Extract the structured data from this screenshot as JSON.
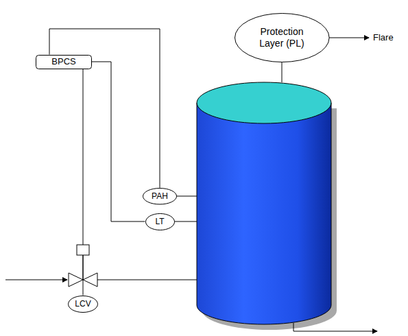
{
  "diagram": {
    "nodes": [
      {
        "text": [
          "Protection Layer (PL)"
        ]
      },
      {
        "text": [
          "BPCS"
        ]
      },
      {
        "text": [
          "PAH"
        ]
      },
      {
        "text": [
          "LT"
        ]
      },
      {
        "text": [
          "LCV"
        ]
      }
    ],
    "edges": [
      {
        "from": 1,
        "to": 2,
        "arrow": "none"
      },
      {
        "from": 1,
        "to": 3,
        "arrow": "none"
      },
      {
        "from": 1,
        "to": 4,
        "arrow": "none"
      }
    ],
    "labels": [
      "Flare"
    ]
  }
}
